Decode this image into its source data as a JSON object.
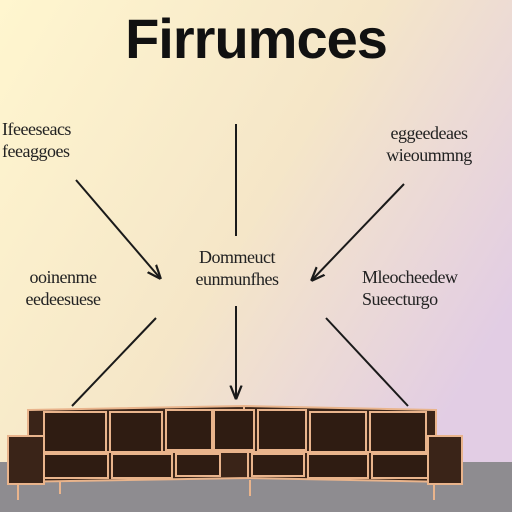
{
  "title": "Firrumces",
  "labels": {
    "top_left": [
      "Ifeeeseacs",
      "feeaggoes"
    ],
    "top_right": [
      "eggeedeaes",
      "wieoummng"
    ],
    "center": [
      "Dommeuct",
      "eunmunfhes"
    ],
    "mid_left": [
      "ooinenme",
      "eedeesuese"
    ],
    "mid_right": [
      "Mleocheedew",
      "Sueecturgo"
    ]
  },
  "colors": {
    "text": "#111111",
    "line": "#1a1a1a",
    "sofa_body": "#3a2418",
    "sofa_outline": "#e9b48c",
    "floor": "#8e8c90",
    "bg_top_left": "#fff5c9",
    "bg_top_right": "#e3cde6"
  }
}
